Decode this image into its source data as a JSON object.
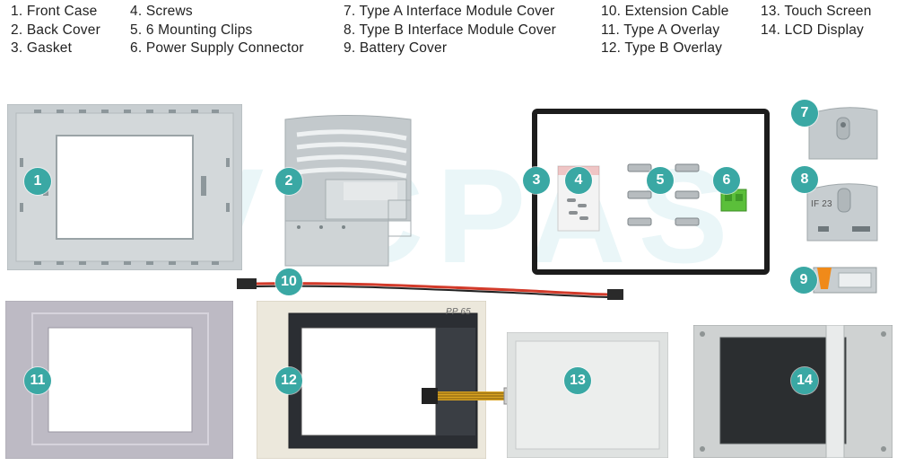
{
  "legend": [
    "1. Front Case",
    "2. Back Cover",
    "3. Gasket",
    "4. Screws",
    "5. 6 Mounting Clips",
    "6. Power Supply Connector",
    "7. Type A Interface Module Cover",
    "8. Type B Interface Module Cover",
    "9. Battery Cover",
    "10. Extension Cable",
    "11. Type A Overlay",
    "12. Type B Overlay",
    "13. Touch Screen",
    "14. LCD Display"
  ],
  "badges": [
    "1",
    "2",
    "3",
    "4",
    "5",
    "6",
    "7",
    "8",
    "9",
    "10",
    "11",
    "12",
    "13",
    "14"
  ],
  "watermark": "VICPAS",
  "labels": {
    "overlay_brand": "PP 65",
    "module_label": "IF 23"
  },
  "colors": {
    "badge": "#3aa8a4",
    "case_gray": "#c9ced0",
    "gasket": "#1c1c1c",
    "connector_green": "#5bbf3a",
    "cable_red": "#d23a2a"
  }
}
